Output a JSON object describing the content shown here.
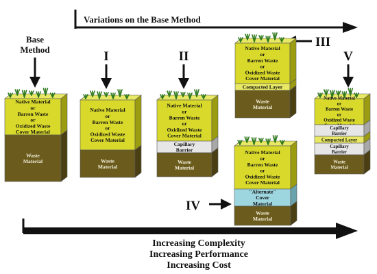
{
  "top_heading": "Variations on the Base Method",
  "labels": {
    "base_line1": "Base",
    "base_line2": "Method",
    "v1": "I",
    "v2": "II",
    "v3": "III",
    "v4": "IV",
    "v5": "V"
  },
  "layer_text": {
    "cover": [
      "Native Material",
      "or",
      "Barren Waste",
      "or",
      "Oxidized Waste",
      "Cover Material"
    ],
    "waste": [
      "Waste",
      "Material"
    ],
    "capillary": [
      "Capillary",
      "Barrier"
    ],
    "compacted": [
      "Compacted Layer"
    ],
    "alternate": [
      "\"Alternate\"",
      "Cover",
      "Material"
    ]
  },
  "bottom_text": [
    "Increasing Complexity",
    "Increasing Performance",
    "Increasing Cost"
  ],
  "colors": {
    "cover_front": "#d9d92c",
    "cover_top": "#e8e865",
    "cover_side": "#9c9c10",
    "waste_front": "#6b5c1e",
    "waste_side": "#4a3f12",
    "capillary_front": "#e6e6e6",
    "capillary_side": "#a8a8a8",
    "alternate_front": "#9ed6e0",
    "alternate_side": "#6aa3ad",
    "vegetation": "#2f7a1f",
    "arrow": "#111111"
  }
}
